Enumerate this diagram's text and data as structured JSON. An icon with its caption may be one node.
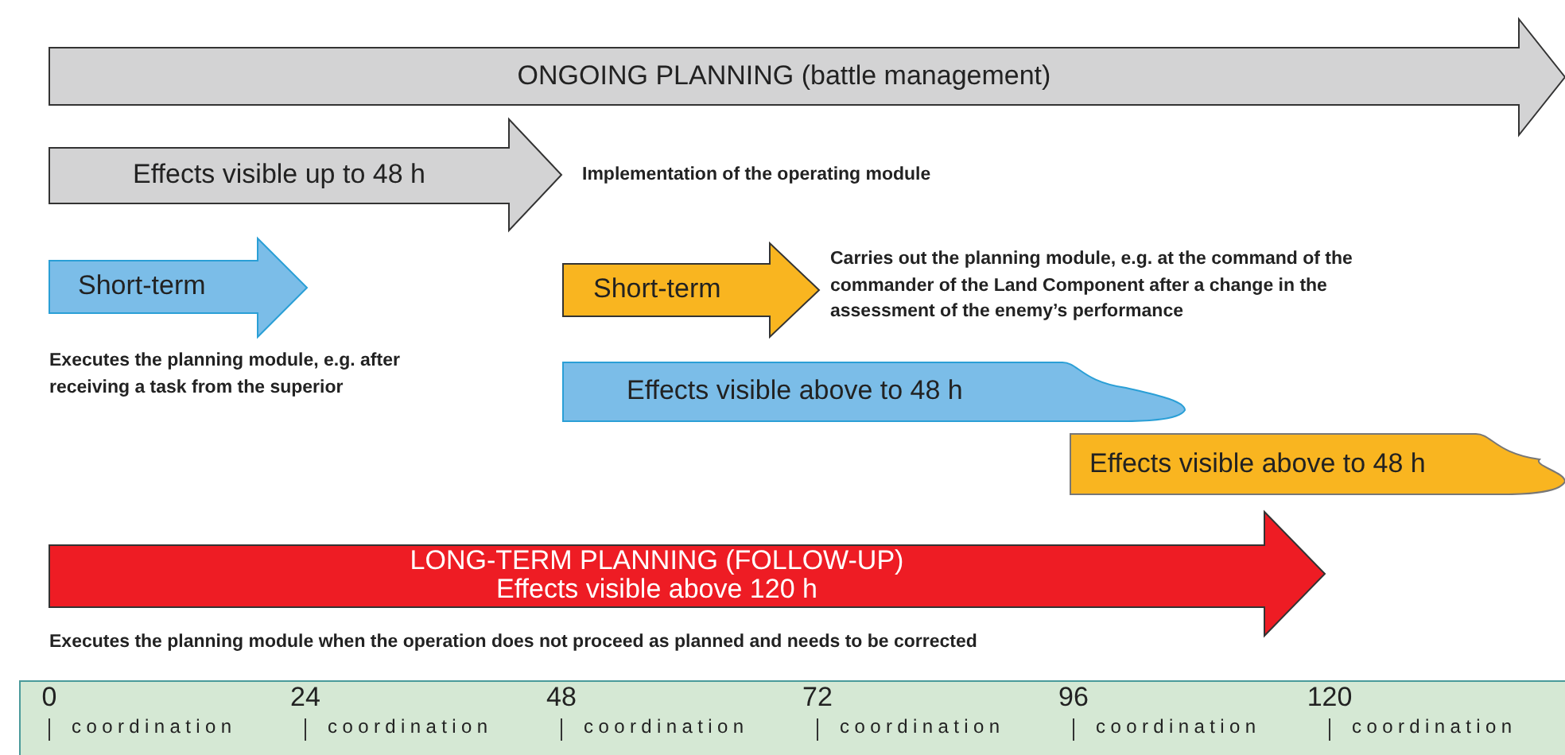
{
  "diagram": {
    "nodes": [
      {
        "text": [
          "ONGOING PLANNING (battle management)"
        ]
      },
      {
        "text": [
          "Effects visible up to 48 h"
        ],
        "beside": [
          "Implementation of the operating module"
        ]
      },
      {
        "text": [
          "Short-term"
        ],
        "beside": [
          "Executes the planning module, e.g. after receiving a task from the superior"
        ]
      },
      {
        "text": [
          "Short-term"
        ],
        "beside": [
          "Carries out the planning module, e.g. at the command of the commander of the Land Component after a change in the assessment of the enemy’s performance"
        ]
      },
      {
        "text": [
          "Effects visible above to 48 h"
        ]
      },
      {
        "text": [
          "Effects visible above to 48 h"
        ]
      },
      {
        "text": [
          "LONG-TERM PLANNING (FOLLOW-UP)",
          "Effects visible above 120 h"
        ],
        "beside": [
          "Executes the planning module when the operation does not proceed as planned and needs to be corrected"
        ]
      }
    ],
    "labels": [
      "0",
      "24",
      "48",
      "72",
      "96",
      "120",
      "coordination",
      "coordination",
      "coordination",
      "coordination",
      "coordination",
      "coordination"
    ]
  }
}
